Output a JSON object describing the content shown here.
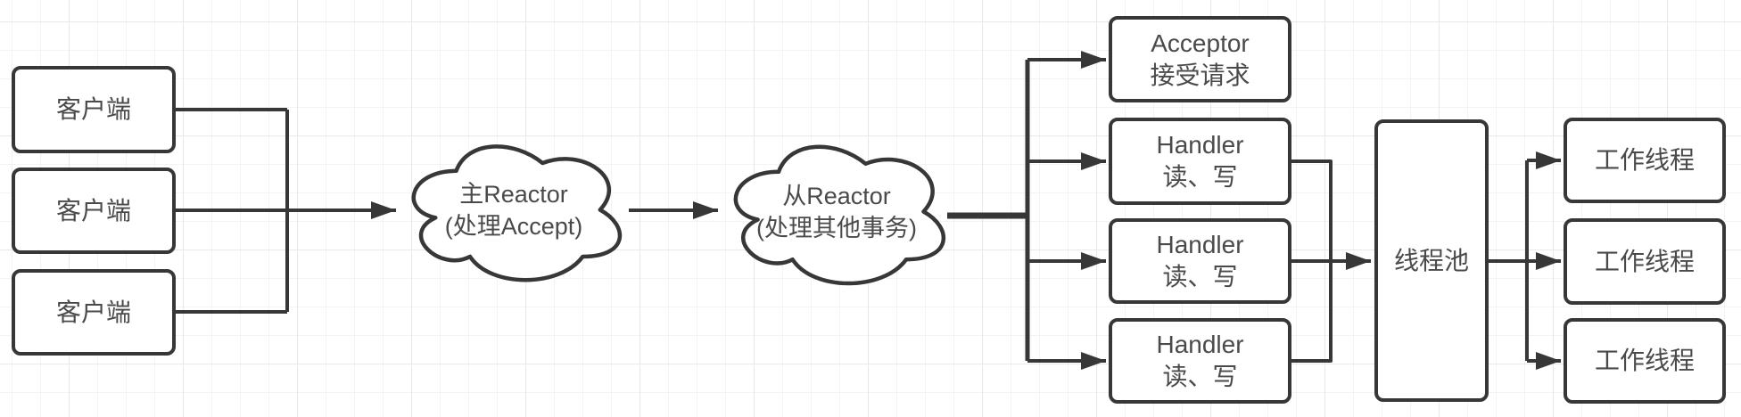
{
  "diagram": {
    "clients": [
      {
        "label": "客户端"
      },
      {
        "label": "客户端"
      },
      {
        "label": "客户端"
      }
    ],
    "main_reactor": {
      "line1": "主Reactor",
      "line2": "(处理Accept)"
    },
    "sub_reactor": {
      "line1": "从Reactor",
      "line2": "(处理其他事务)"
    },
    "acceptor": {
      "line1": "Acceptor",
      "line2": "接受请求"
    },
    "handlers": [
      {
        "line1": "Handler",
        "line2": "读、写"
      },
      {
        "line1": "Handler",
        "line2": "读、写"
      },
      {
        "line1": "Handler",
        "line2": "读、写"
      }
    ],
    "thread_pool": {
      "label": "线程池"
    },
    "workers": [
      {
        "label": "工作线程"
      },
      {
        "label": "工作线程"
      },
      {
        "label": "工作线程"
      }
    ],
    "colors": {
      "stroke": "#373737",
      "text": "#4a4a4a",
      "node_fill": "#ffffff",
      "canvas_bg": "#ffffff",
      "grid_minor": "#f3f3f3",
      "grid_major": "#e9e9e9"
    }
  }
}
